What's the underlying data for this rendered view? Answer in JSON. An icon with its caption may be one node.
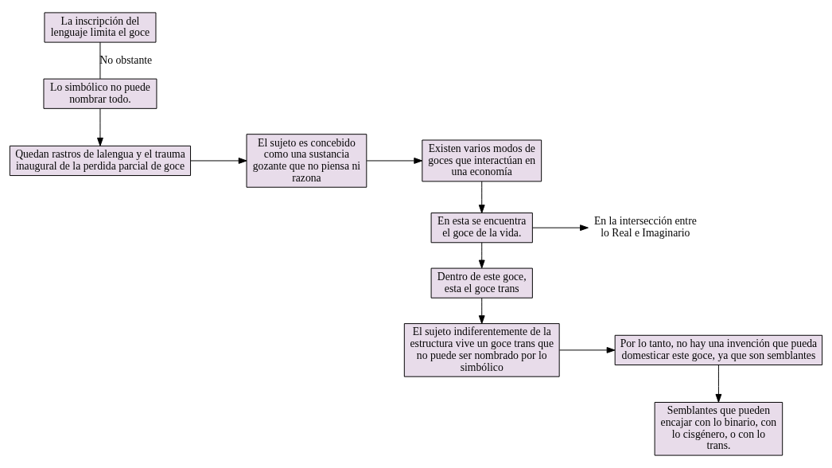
{
  "diagram": {
    "nodes": [
      {
        "text": [
          "La inscripción del lenguaje limita el goce"
        ]
      },
      {
        "text": [
          "Lo simbólico no puede nombrar todo."
        ]
      },
      {
        "text": [
          "Quedan rastros de lalengua y el trauma inaugural de la perdida parcial de goce"
        ]
      },
      {
        "text": [
          "El sujeto es concebido como una sustancia gozante que no piensa ni razona"
        ]
      },
      {
        "text": [
          "Existen varios modos de goces que interactúan en una economía"
        ]
      },
      {
        "text": [
          "En esta se encuentra el goce de la vida."
        ]
      },
      {
        "text": [
          "En la intersección entre lo Real e Imaginario"
        ]
      },
      {
        "text": [
          "Dentro de este goce, esta el goce trans"
        ]
      },
      {
        "text": [
          "El sujeto indiferentemente de la estructura vive un goce trans que no puede ser nombrado por lo simbólico"
        ]
      },
      {
        "text": [
          "Por lo tanto, no hay una invención que pueda domesticar este goce, ya que son semblantes"
        ]
      },
      {
        "text": [
          "Semblantes que pueden encajar con lo binario, con lo cisgénero, o con lo trans."
        ]
      }
    ],
    "edges": [
      {
        "from": 0,
        "to": 1,
        "arrow": "none",
        "label": "No obstante"
      },
      {
        "from": 1,
        "to": 2,
        "arrow": "to"
      },
      {
        "from": 2,
        "to": 3,
        "arrow": "to"
      },
      {
        "from": 3,
        "to": 4,
        "arrow": "to"
      },
      {
        "from": 4,
        "to": 5,
        "arrow": "to"
      },
      {
        "from": 5,
        "to": 6,
        "arrow": "to"
      },
      {
        "from": 5,
        "to": 7,
        "arrow": "to"
      },
      {
        "from": 7,
        "to": 8,
        "arrow": "to"
      },
      {
        "from": 8,
        "to": 9,
        "arrow": "to"
      },
      {
        "from": 9,
        "to": 10,
        "arrow": "to"
      }
    ]
  }
}
